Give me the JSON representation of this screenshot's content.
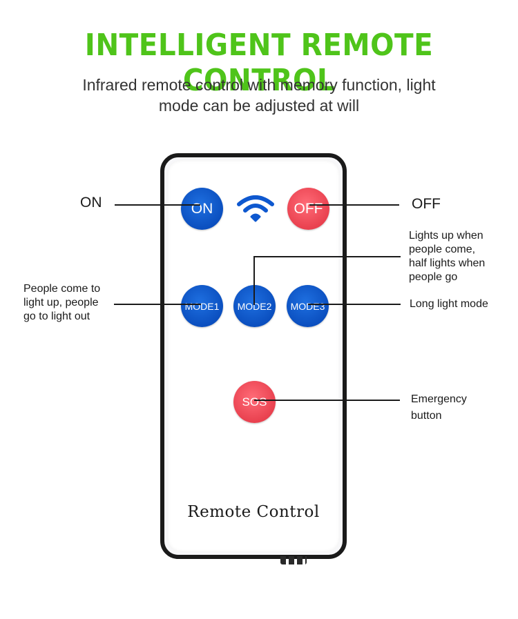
{
  "header": {
    "title": "INTELLIGENT REMOTE CONTROL",
    "subtitle_line1": "Infrared remote control with memory function, light",
    "subtitle_line2": "mode can be adjusted at will"
  },
  "remote": {
    "label": "Remote Control",
    "buttons": {
      "on": "ON",
      "off": "OFF",
      "mode1": "MODE1",
      "mode2": "MODE2",
      "mode3": "MODE3",
      "sos": "SOS"
    },
    "signal_icon": "wifi-signal-icon"
  },
  "callouts": {
    "on": "ON",
    "off": "OFF",
    "mode1_line1": "People come to",
    "mode1_line2": "light up, people",
    "mode1_line3": "go to light out",
    "mode2_line1": "Lights up when",
    "mode2_line2": "people come,",
    "mode2_line3": "half lights when",
    "mode2_line4": "people go",
    "mode3": "Long light mode",
    "sos_line1": "Emergency",
    "sos_line2": "button"
  },
  "colors": {
    "title_green": "#4fc41a",
    "button_blue": "#0b4fbf",
    "button_red": "#e9414f"
  }
}
